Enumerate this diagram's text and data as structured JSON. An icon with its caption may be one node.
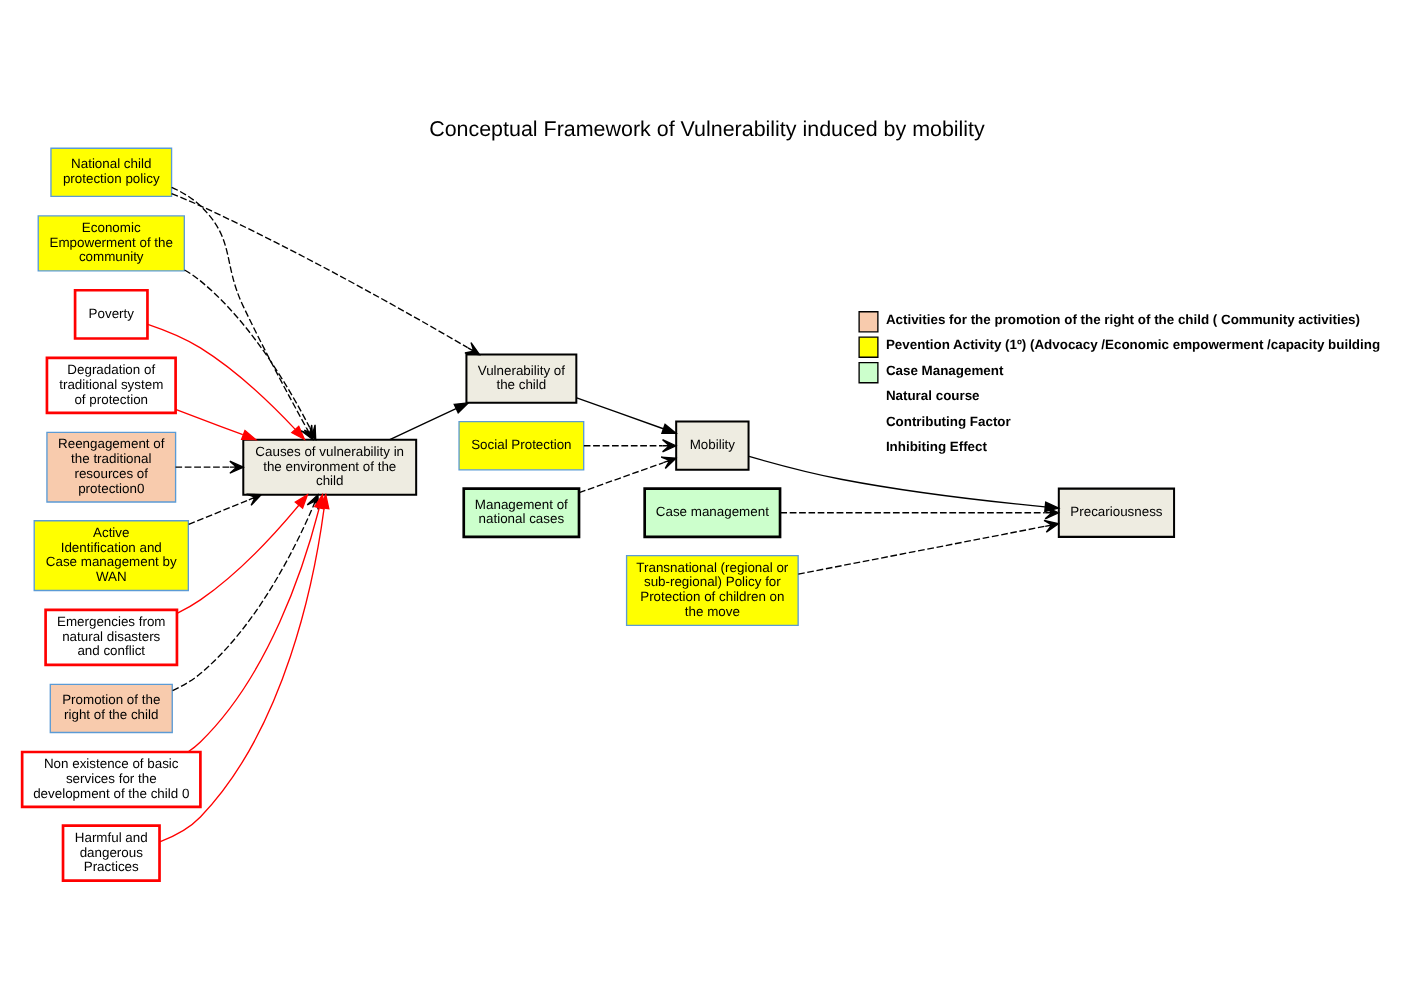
{
  "diagram": {
    "title": "Conceptual Framework of Vulnerability induced by mobility",
    "nodes": [
      {
        "text": [
          "Economic Empowerment of the community"
        ]
      },
      {
        "text": [
          "Poverty"
        ]
      },
      {
        "text": [
          "Degradation of traditional system of protection"
        ]
      },
      {
        "text": [
          "Reengagement of the traditional resources of protection0"
        ]
      },
      {
        "text": [
          "Social Protection"
        ]
      },
      {
        "text": [
          "Case management"
        ]
      },
      {
        "text": [
          "Active Identification and Case management by WAN"
        ]
      },
      {
        "text": [
          "Emergencies from natural disasters and conflict"
        ]
      },
      {
        "text": [
          "Causes of vulnerability in the environment of the child"
        ]
      },
      {
        "text": [
          "Vulnerability of the child"
        ]
      },
      {
        "text": [
          "Mobility"
        ]
      },
      {
        "text": [
          "Precariousness"
        ]
      },
      {
        "text": [
          "Promotion of the right of the child"
        ]
      },
      {
        "text": [
          "Non existence of basic services for the development of the child 0"
        ]
      },
      {
        "text": [
          "National child protection policy"
        ]
      },
      {
        "text": [
          "Management of national cases"
        ]
      },
      {
        "text": [
          "Transnational (regional or sub-regional) Policy for Protection of children on the move"
        ]
      },
      {
        "text": [
          "Harmful and dangerous Practices"
        ]
      }
    ],
    "edges": [
      {
        "from": 0,
        "to": 8,
        "arrow": "to",
        "style": "dashed"
      },
      {
        "from": 1,
        "to": 8,
        "arrow": "to",
        "color": "#ff0000"
      },
      {
        "from": 2,
        "to": 8,
        "arrow": "to",
        "color": "#ff0000"
      },
      {
        "from": 3,
        "to": 8,
        "arrow": "to",
        "style": "dashed"
      },
      {
        "from": 6,
        "to": 8,
        "arrow": "to",
        "style": "dashed"
      },
      {
        "from": 7,
        "to": 8,
        "arrow": "to",
        "color": "#ff0000"
      },
      {
        "from": 12,
        "to": 8,
        "arrow": "to",
        "style": "dashed"
      },
      {
        "from": 17,
        "to": 8,
        "arrow": "to",
        "color": "#ff0000"
      },
      {
        "from": 13,
        "to": 8,
        "arrow": "to",
        "color": "#ff0000"
      },
      {
        "from": 14,
        "to": 8,
        "arrow": "to",
        "style": "dashed"
      },
      {
        "from": 14,
        "to": 9,
        "arrow": "to",
        "style": "dashed"
      },
      {
        "from": 8,
        "to": 9,
        "arrow": "to"
      },
      {
        "from": 9,
        "to": 10,
        "arrow": "to"
      },
      {
        "from": 4,
        "to": 10,
        "arrow": "to",
        "style": "dashed"
      },
      {
        "from": 15,
        "to": 10,
        "arrow": "to",
        "style": "dashed"
      },
      {
        "from": 10,
        "to": 11,
        "arrow": "to"
      },
      {
        "from": 5,
        "to": 11,
        "arrow": "to",
        "style": "dashed"
      },
      {
        "from": 16,
        "to": 11,
        "arrow": "to",
        "style": "dashed"
      }
    ],
    "legend": [
      {
        "text": "Activities for the promotion of the right of the child ( Community activities)",
        "color": "#f8cbad"
      },
      {
        "text": "Pevention Activity (1º) (Advocacy /Economic empowerment /capacity building",
        "color": "#ffff00"
      },
      {
        "text": "Case Management",
        "color": "#ccffcc"
      },
      {
        "text": "Natural course"
      },
      {
        "text": "Contributing Factor"
      },
      {
        "text": "Inhibiting Effect"
      }
    ]
  }
}
